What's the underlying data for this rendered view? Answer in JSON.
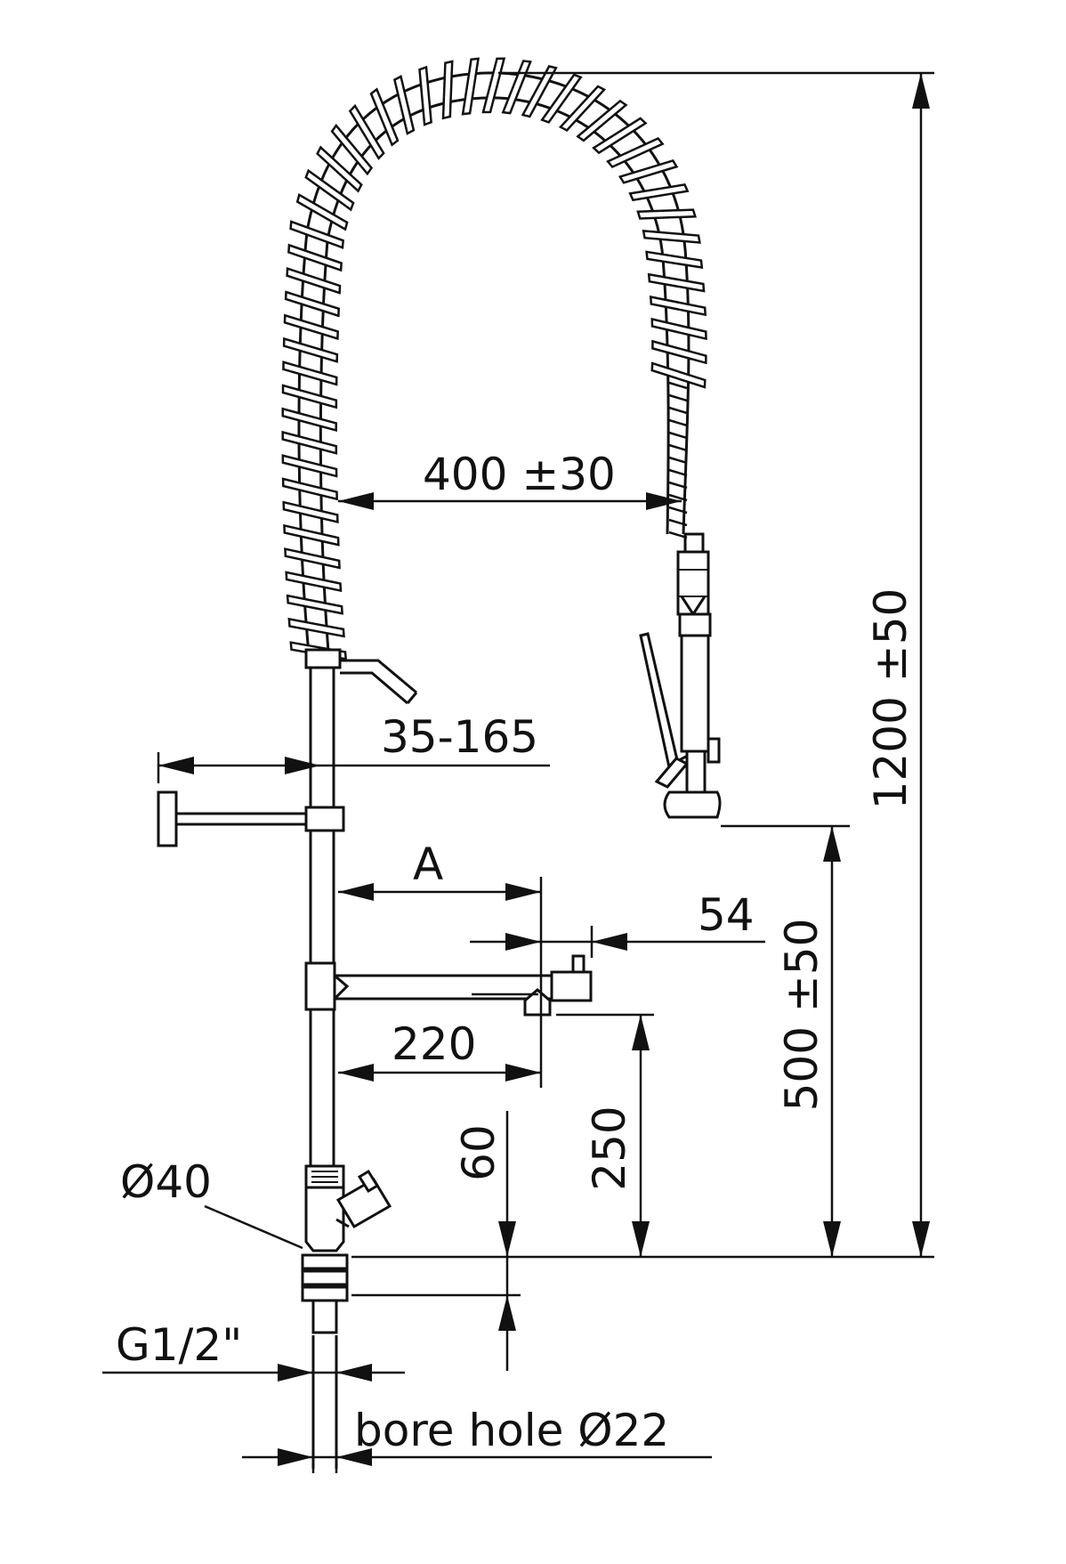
{
  "dimensions": {
    "hose_span": "400 ±30",
    "total_height": "1200 ±50",
    "spray_height": "500 ±50",
    "holder_range": "35-165",
    "spout_a": "A",
    "spout_offset": "54",
    "spout_reach": "220",
    "spout_height": "250",
    "thread_length": "60",
    "body_diameter": "Ø40",
    "thread": "G1/2\"",
    "bore_hole": "bore hole Ø22"
  },
  "colors": {
    "line": "#111111",
    "background": "#ffffff"
  }
}
